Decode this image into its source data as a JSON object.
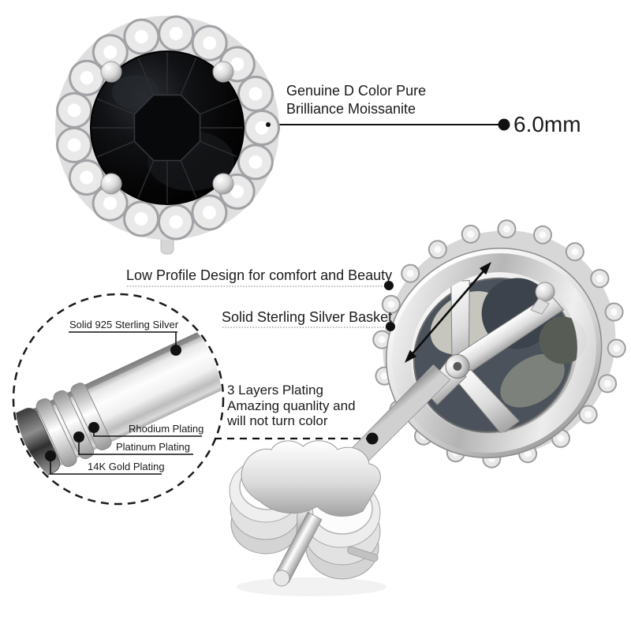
{
  "product_infographic": {
    "annotations": {
      "moissanite": {
        "line1": "Genuine D Color Pure",
        "line2": "Brilliance Moissanite"
      },
      "size_label": "6.0mm",
      "low_profile": "Low Profile Design for comfort and Beauty",
      "basket": "Solid Sterling Silver Basket",
      "plating_note": {
        "line1": "3 Layers Plating",
        "line2": "Amazing quanlity and",
        "line3": "will not turn color"
      },
      "layers": {
        "silver": "Solid 925 Sterling Silver",
        "rhodium": "Rhodium Plating",
        "platinum": "Platinum Plating",
        "gold": "14K Gold Plating"
      }
    },
    "icons": {
      "callout_dot": "filled-circle",
      "measure_arrow": "double-headed-arrow",
      "magnifier": "dashed-circle-zoom"
    },
    "colors": {
      "background": "#ffffff",
      "text": "#1a1a1a",
      "callout_line": "#111111",
      "underline_dotted": "#a8a8a8",
      "stone_black": "#070708",
      "metal_light": "#f2f2f2",
      "metal_mid": "#c9c9c9",
      "metal_dark": "#8a8a8a"
    }
  }
}
